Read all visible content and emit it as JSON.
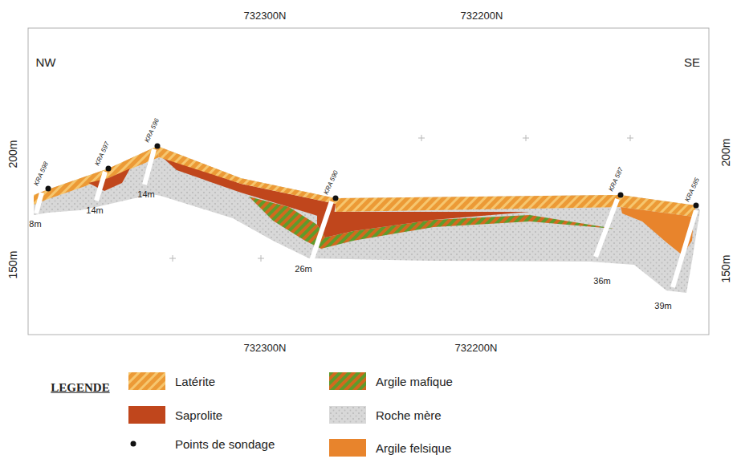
{
  "diagram": {
    "labels": [
      "732300N",
      "732200N",
      "NW",
      "SE",
      "200m",
      "150m",
      "200m",
      "150m",
      "KRA 598",
      "KRA 597",
      "KRA 596",
      "KRA 590",
      "KRA 587",
      "KRA 585",
      "8m",
      "14m",
      "14m",
      "26m",
      "36m",
      "39m",
      "732300N",
      "732200N",
      "LEGENDE"
    ],
    "legend": [
      {
        "text": "Latérite"
      },
      {
        "text": "Saprolite",
        "color": "#c0461c"
      },
      {
        "text": "Points de sondage"
      },
      {
        "text": "Argile mafique"
      },
      {
        "text": "Roche mère"
      },
      {
        "text": "Argile felsique",
        "color": "#e8842c"
      }
    ]
  }
}
